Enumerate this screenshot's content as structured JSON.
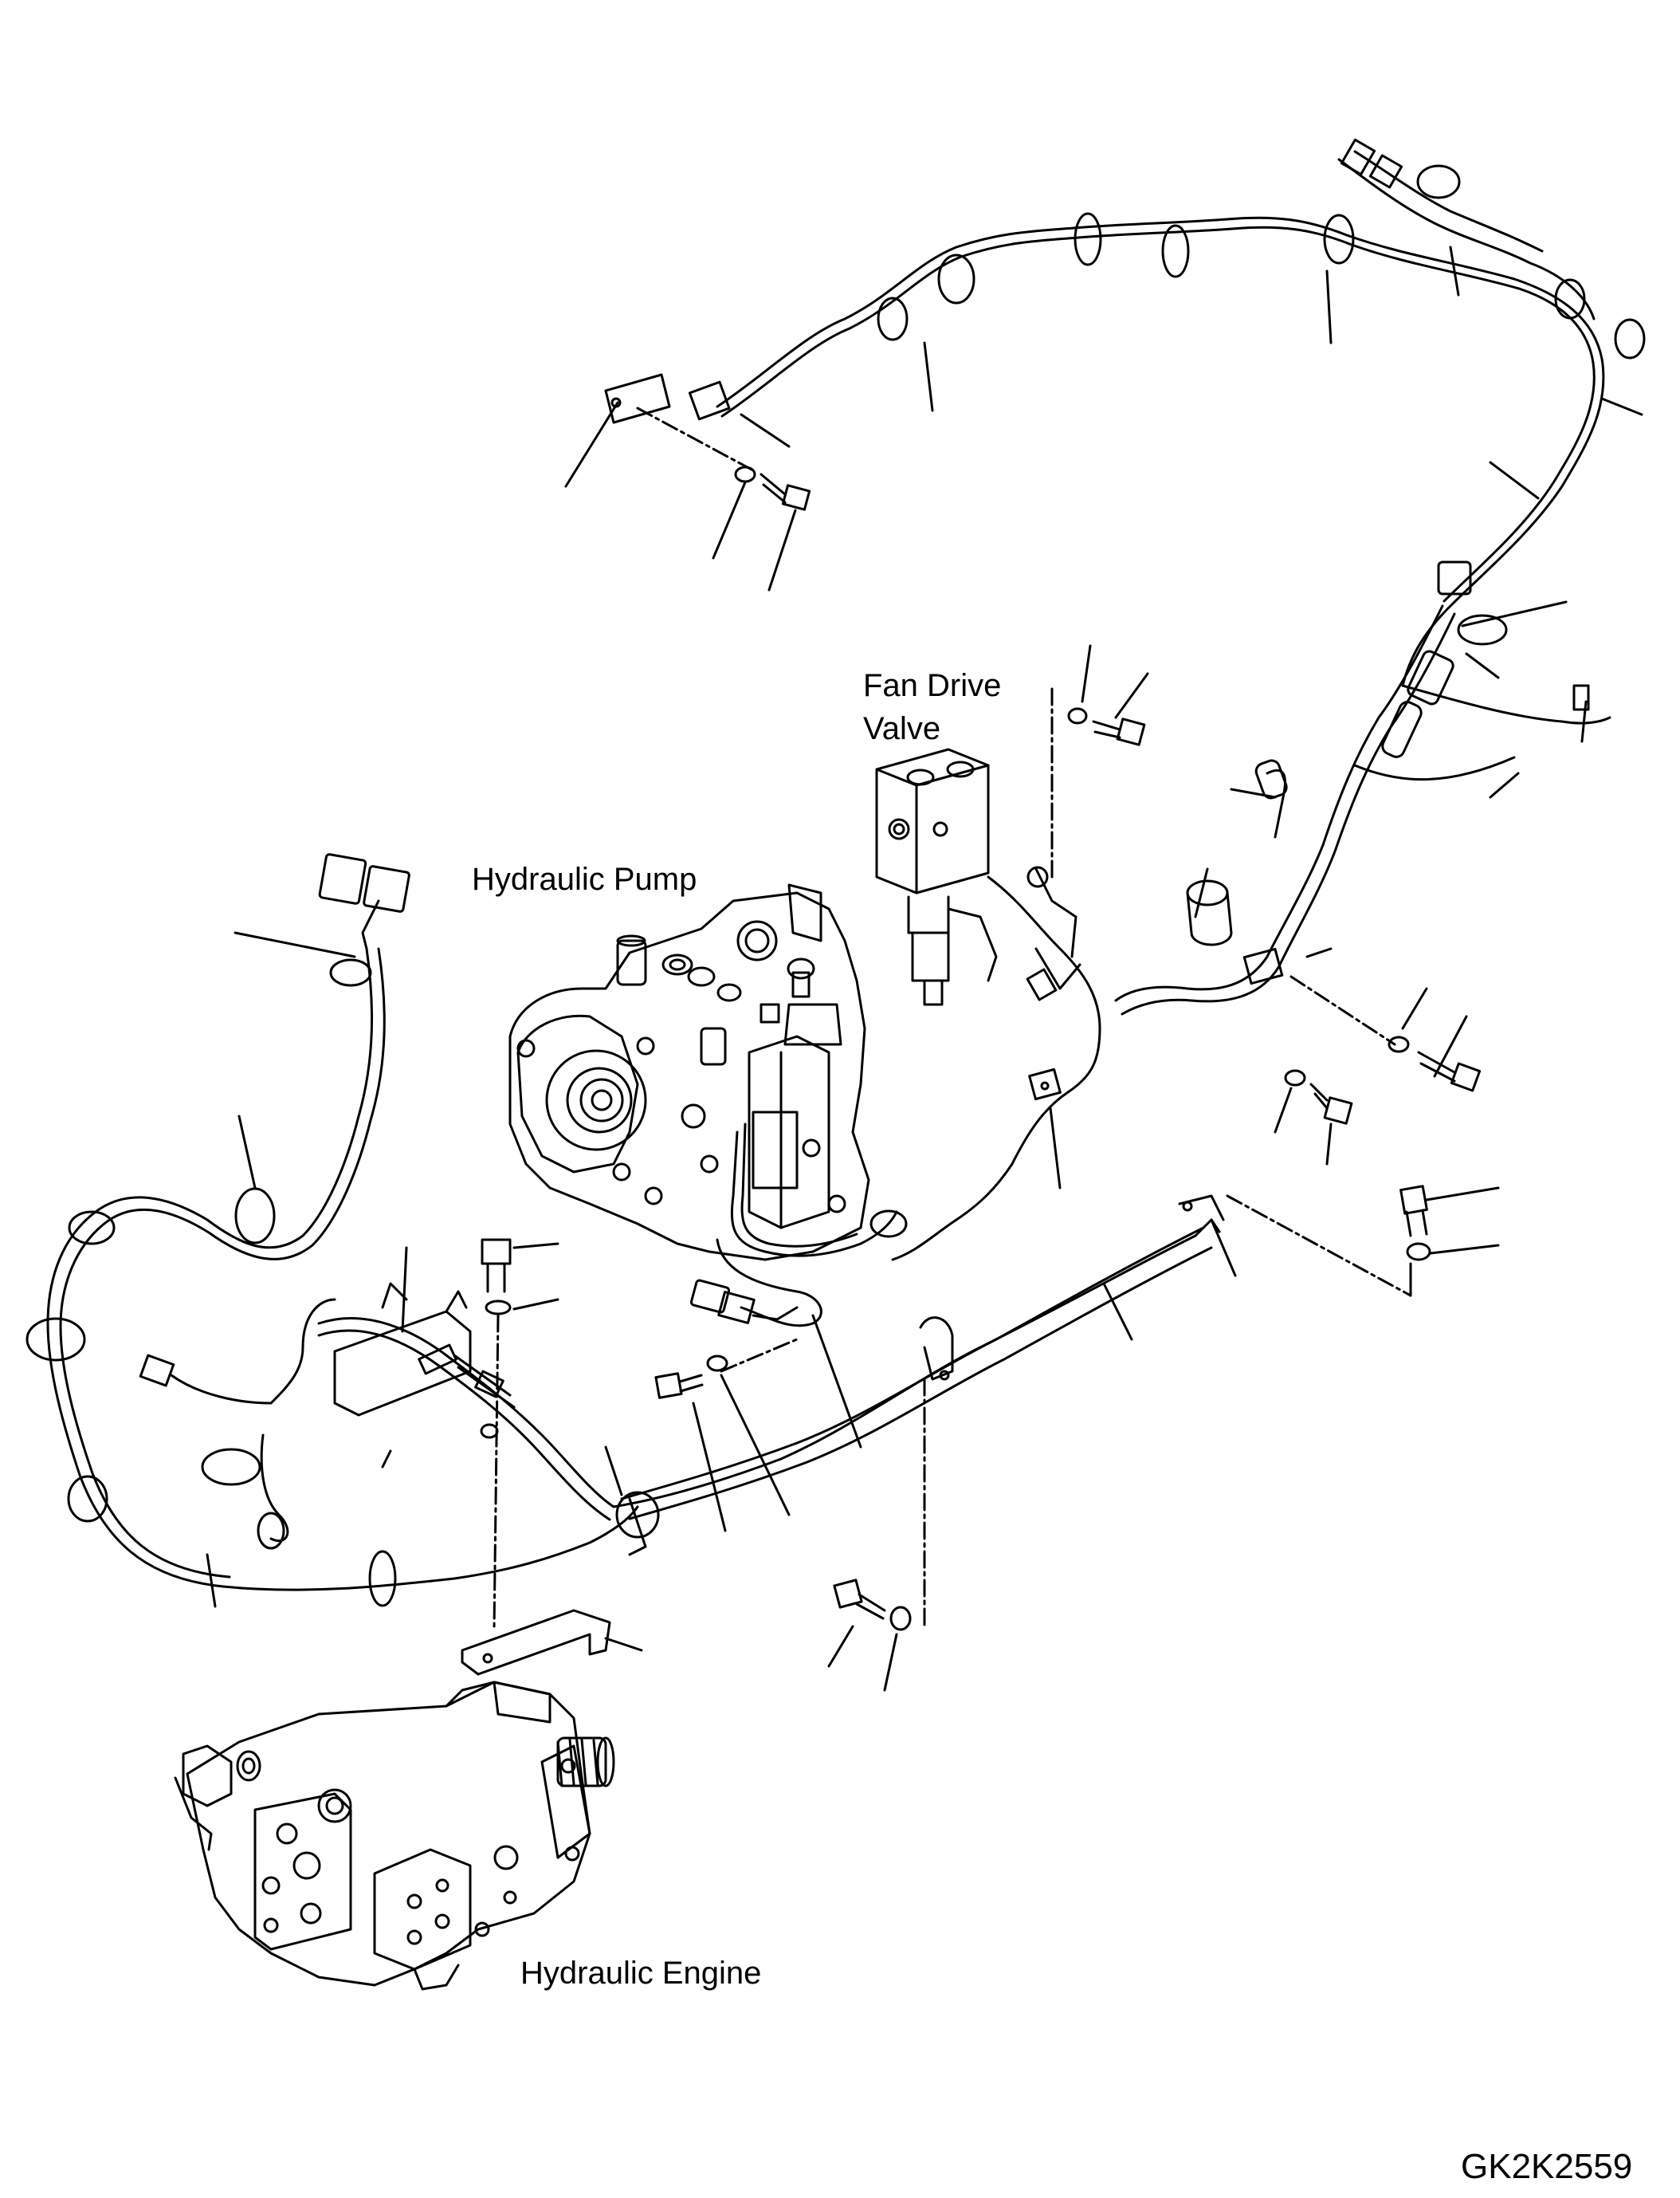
{
  "labels": {
    "fan_drive_valve": "Fan Drive\nValve",
    "hydraulic_pump": "Hydraulic Pump",
    "hydraulic_engine": "Hydraulic Engine"
  },
  "drawing_code": "GK2K2559",
  "colors": {
    "line": "#000000",
    "background": "#ffffff"
  }
}
